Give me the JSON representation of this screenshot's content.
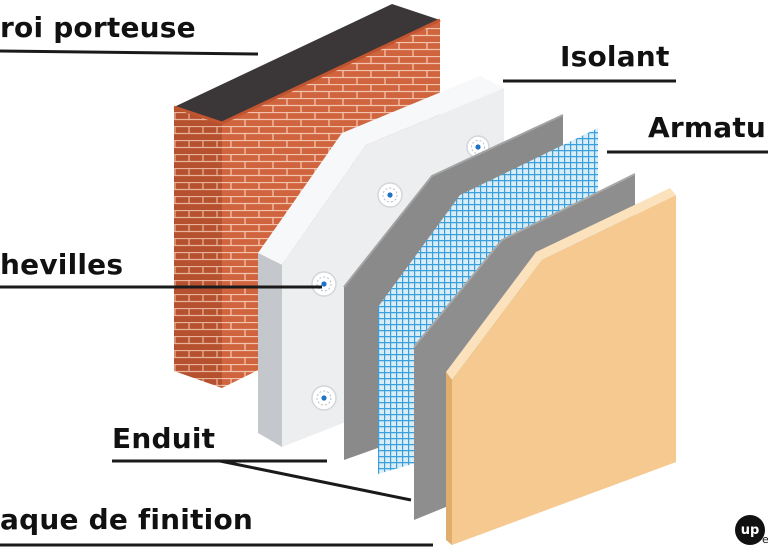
{
  "labels": {
    "mur": "roi porteuse",
    "isolant": "Isolant",
    "armature": "Armatu",
    "chevilles": "hevilles",
    "enduit": "Enduit",
    "finition": "aque de finition"
  },
  "logo": {
    "text": "up",
    "tail": "e"
  },
  "colors": {
    "brick": "#d0643e",
    "mortar": "#f3c4ad",
    "wall_top": "#3b3638",
    "insulation": "#eceef0",
    "dowel_dot": "#1f73c8",
    "render": "#8a8a8a",
    "mesh": "#3aa0dc",
    "finish": "#f5c98f",
    "leader_line": "#1a1a1a"
  }
}
